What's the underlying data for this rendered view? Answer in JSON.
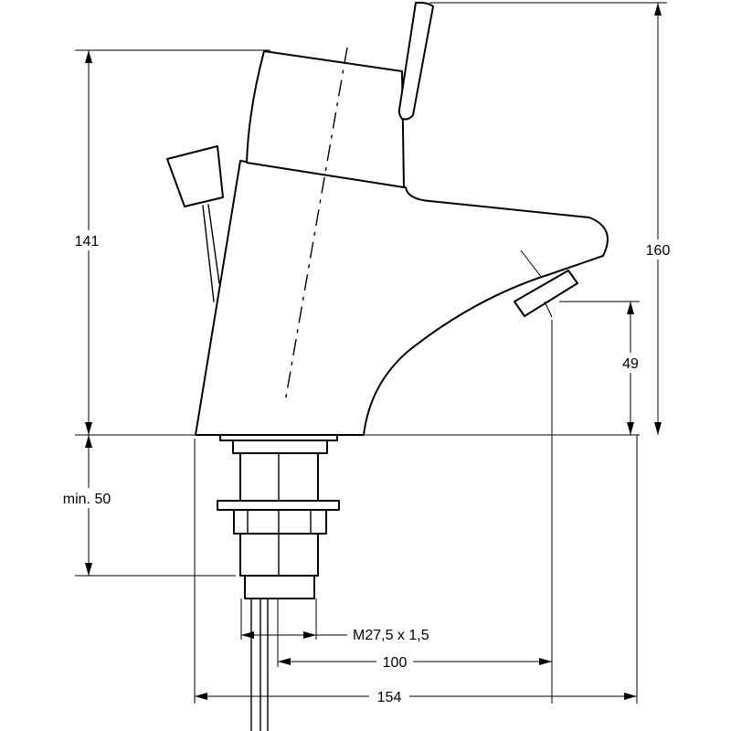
{
  "dimensions": {
    "total_height": "160",
    "body_height": "141",
    "outlet_height": "49",
    "min_below": "min. 50",
    "thread": "M27,5 x 1,5",
    "outlet_offset": "100",
    "total_width": "154"
  }
}
